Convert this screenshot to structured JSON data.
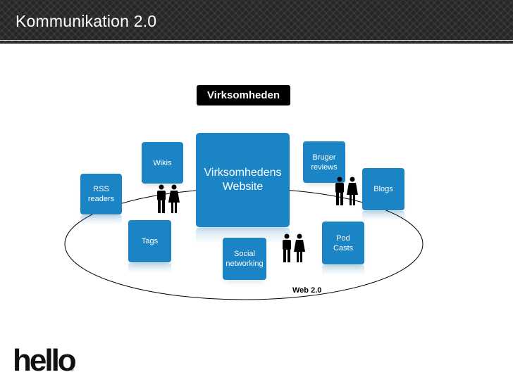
{
  "header": {
    "title": "Kommunikation 2.0"
  },
  "diagram": {
    "top_label": "Virksomheden",
    "center": "Virksomhedens\nWebsite",
    "tiles": {
      "wikis": "Wikis",
      "rss": "RSS\nreaders",
      "tags": "Tags",
      "social": "Social\nnetworking",
      "pod": "Pod\nCasts",
      "blogs": "Blogs",
      "bruger": "Bruger\nreviews"
    },
    "ring_label": "Web 2.0",
    "colors": {
      "tile": "#1a84c4",
      "label_bg": "#000000",
      "header_bg": "#262626"
    }
  },
  "logo": {
    "text": "hello",
    "mark": "®"
  }
}
